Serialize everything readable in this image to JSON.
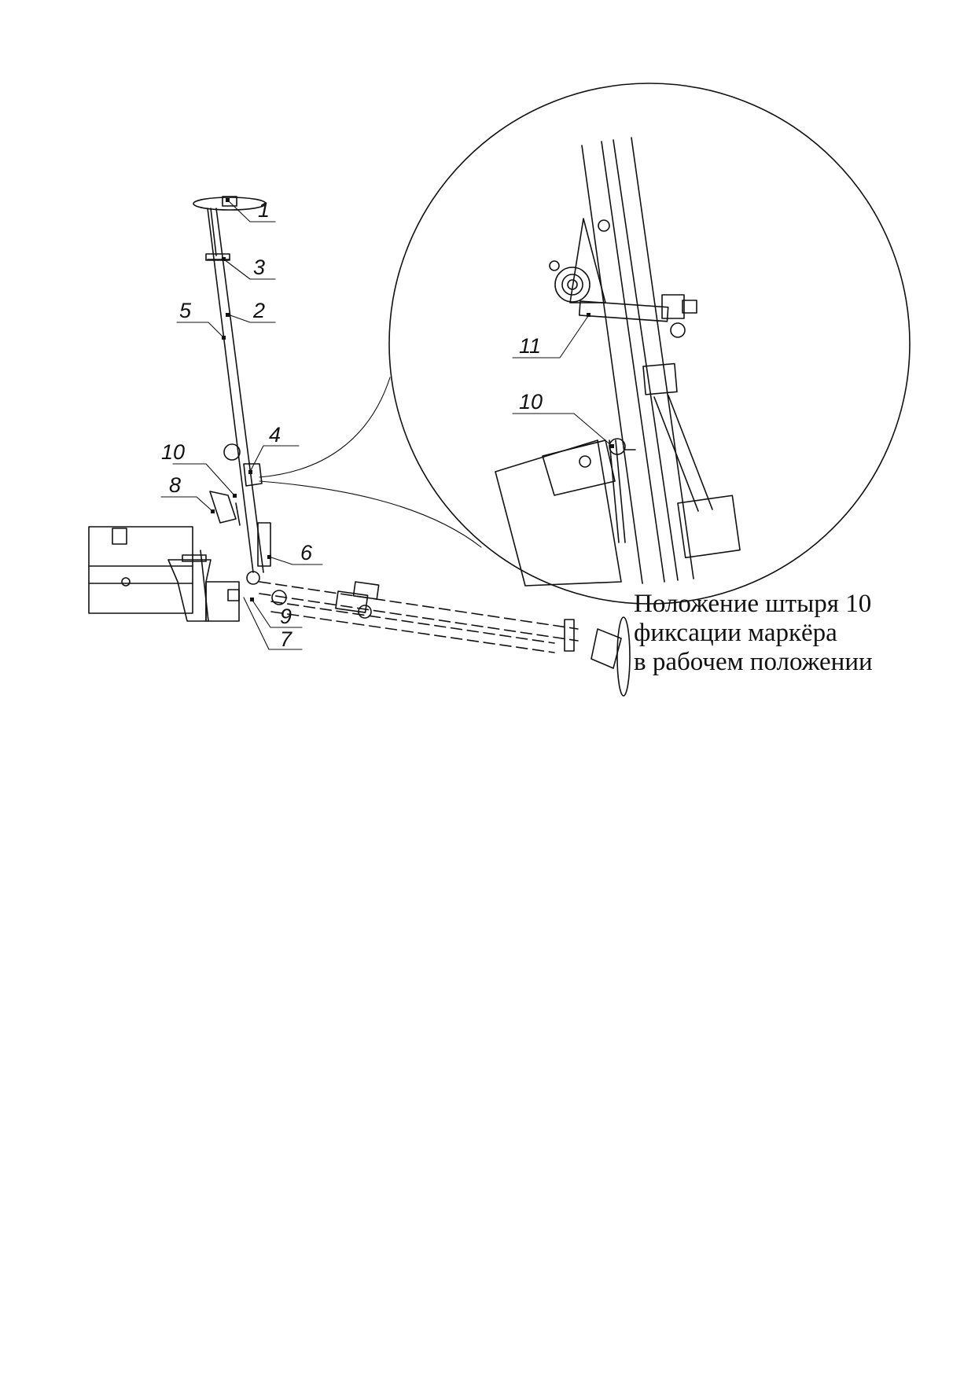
{
  "callouts": {
    "c1": "1",
    "c2": "2",
    "c3": "3",
    "c4": "4",
    "c5": "5",
    "c6": "6",
    "c7": "7",
    "c8": "8",
    "c9": "9",
    "c10": "10",
    "detail_c10": "10",
    "detail_c11": "11"
  },
  "caption": {
    "line1": "Положение штыря 10",
    "line2": "фиксации маркёра",
    "line3": "в рабочем положении"
  }
}
